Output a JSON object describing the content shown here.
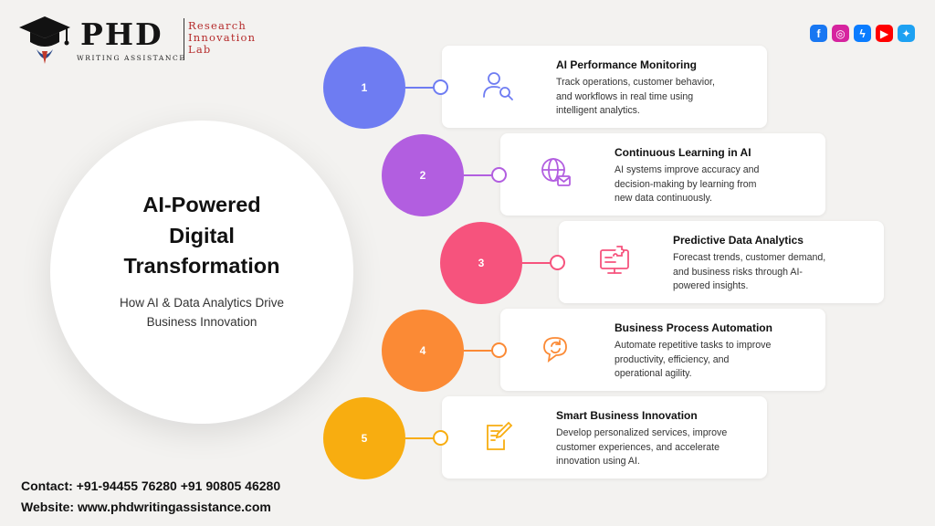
{
  "logo": {
    "brand": "PHD",
    "tagline": "WRITING ASSISTANCE",
    "lab_lines": [
      "Research",
      "Innovation",
      "Lab"
    ]
  },
  "social": [
    {
      "icon": "facebook-icon",
      "glyph": "f",
      "color": "#1877f2"
    },
    {
      "icon": "instagram-icon",
      "glyph": "◎",
      "color": "#d6249f"
    },
    {
      "icon": "messenger-icon",
      "glyph": "ϟ",
      "color": "#0a7cff"
    },
    {
      "icon": "youtube-icon",
      "glyph": "▶",
      "color": "#ff0000"
    },
    {
      "icon": "twitter-icon",
      "glyph": "✦",
      "color": "#1da1f2"
    }
  ],
  "hero": {
    "title_lines": [
      "AI-Powered",
      "Digital",
      "Transformation"
    ],
    "subtitle_lines": [
      "How AI & Data Analytics Drive",
      "Business Innovation"
    ]
  },
  "steps": [
    {
      "number": "1",
      "color": "#6e7cf2",
      "icon": "user-search-icon",
      "title": "AI Performance Monitoring",
      "lines": [
        "Track operations, customer behavior,",
        "and workflows in real time using",
        "intelligent analytics."
      ]
    },
    {
      "number": "2",
      "color": "#b25ee0",
      "icon": "globe-mail-icon",
      "title": "Continuous Learning in AI",
      "lines": [
        "AI systems improve accuracy and",
        "decision-making by learning from",
        "new data continuously."
      ]
    },
    {
      "number": "3",
      "color": "#f6537d",
      "icon": "monitor-puzzle-icon",
      "title": "Predictive Data Analytics",
      "lines": [
        "Forecast trends, customer demand,",
        "and business risks through AI-",
        "powered insights."
      ]
    },
    {
      "number": "4",
      "color": "#fb8a35",
      "icon": "chat-refresh-icon",
      "title": "Business Process Automation",
      "lines": [
        "Automate repetitive tasks to improve",
        "productivity, efficiency, and",
        "operational agility."
      ]
    },
    {
      "number": "5",
      "color": "#f8ad10",
      "icon": "document-edit-icon",
      "title": "Smart Business Innovation",
      "lines": [
        "Develop personalized services, improve",
        "customer experiences, and accelerate",
        "innovation using AI."
      ]
    }
  ],
  "contact": {
    "phone": "Contact: +91-94455 76280 +91 90805 46280",
    "website": "Website: www.phdwritingassistance.com"
  }
}
